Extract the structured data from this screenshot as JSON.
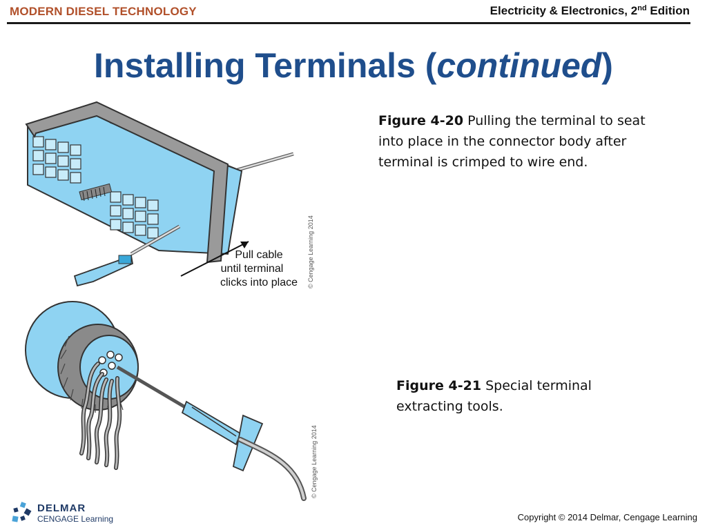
{
  "header": {
    "left_title": "MODERN DIESEL TECHNOLOGY",
    "right_title": "Electricity & Electronics, 2",
    "right_sup": "nd",
    "right_suffix": " Edition"
  },
  "title": {
    "main": "Installing Terminals (",
    "italic": "continued",
    "close": ")"
  },
  "figure1": {
    "caption_label": "Figure 4-20",
    "caption_text": " Pulling the terminal to seat into place in the connector body after terminal is crimped to wire end.",
    "callout_line1": "Pull cable",
    "callout_line2": "until terminal",
    "callout_line3": "clicks into place",
    "credit": "© Cengage Learning 2014"
  },
  "figure2": {
    "caption_label": "Figure 4-21",
    "caption_text": " Special terminal extracting tools.",
    "credit": "© Cengage Learning 2014"
  },
  "footer": {
    "logo_word1": "DELMAR",
    "logo_word2": "CENGAGE Learning",
    "copyright": "Copyright © 2014 Delmar, Cengage Learning"
  },
  "colors": {
    "brand": "#b1502a",
    "title": "#1f4e8c",
    "connector": "#8fd3f2",
    "strap": "#9a9a9a"
  }
}
